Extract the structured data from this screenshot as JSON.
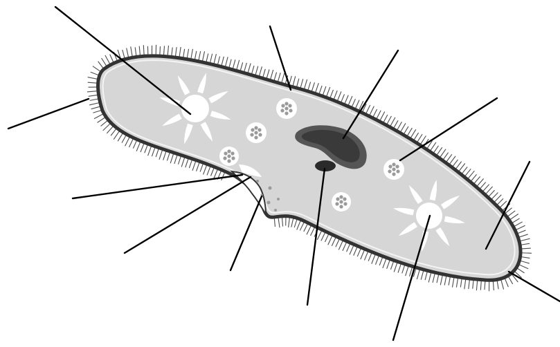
{
  "diagram": {
    "subject": "paramecium",
    "style": "grayscale unlabeled worksheet diagram",
    "colors": {
      "background": "#ffffff",
      "cytoplasm": "#d6d6d6",
      "membrane": "#333333",
      "pellicle_highlight": "#f4f4f4",
      "cilia": "#4a4a4a",
      "macronucleus": "#555555",
      "macronucleus_inner": "#3a3a3a",
      "micronucleus": "#2a2a2a",
      "vacuole_white": "#ffffff",
      "food_dots": "#9a9a9a",
      "leader_lines": "#000000"
    },
    "leader_line_count": 12,
    "labels": []
  }
}
